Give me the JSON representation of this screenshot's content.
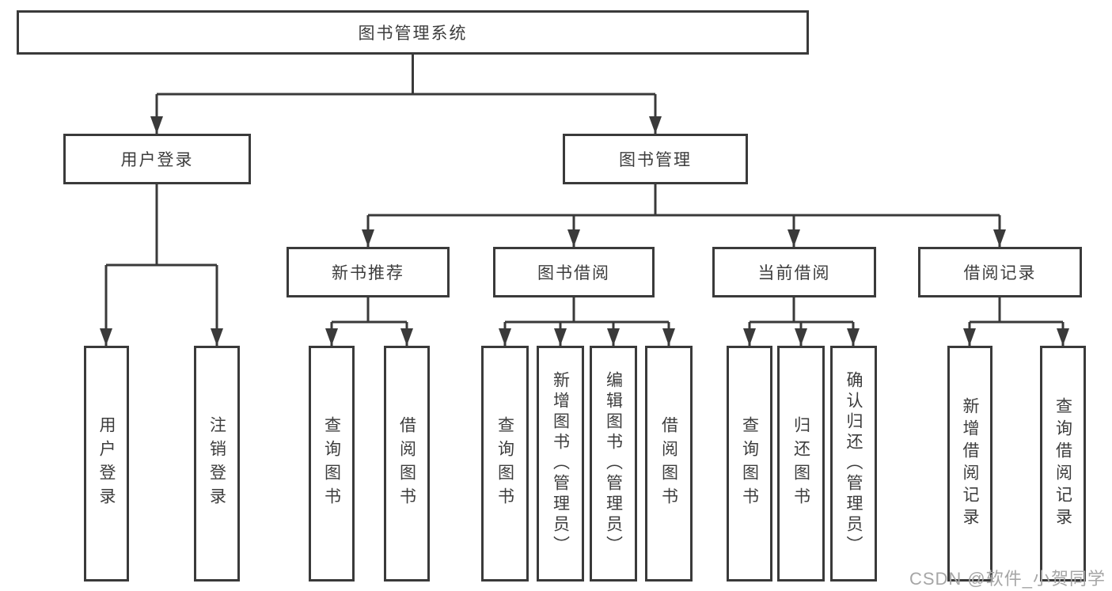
{
  "diagram": {
    "title_node": {
      "label": "图书管理系统"
    },
    "level1": [
      {
        "id": "user-login",
        "label": "用户登录"
      },
      {
        "id": "book-management",
        "label": "图书管理"
      }
    ],
    "level2": [
      {
        "id": "new-book-recommend",
        "label": "新书推荐"
      },
      {
        "id": "book-borrowing",
        "label": "图书借阅"
      },
      {
        "id": "current-borrowing",
        "label": "当前借阅"
      },
      {
        "id": "borrowing-records",
        "label": "借阅记录"
      }
    ],
    "leaves": [
      {
        "id": "user-login-leaf",
        "parent": "user-login",
        "label": "用户登录"
      },
      {
        "id": "logout",
        "parent": "user-login",
        "label": "注销登录"
      },
      {
        "id": "query-books-recommend",
        "parent": "new-book-recommend",
        "label": "查询图书"
      },
      {
        "id": "borrow-books-recommend",
        "parent": "new-book-recommend",
        "label": "借阅图书"
      },
      {
        "id": "query-books-borrowing",
        "parent": "book-borrowing",
        "label": "查询图书"
      },
      {
        "id": "add-books-admin",
        "parent": "book-borrowing",
        "label": "新增图书（管理员）"
      },
      {
        "id": "edit-books-admin",
        "parent": "book-borrowing",
        "label": "编辑图书（管理员）"
      },
      {
        "id": "borrow-books",
        "parent": "book-borrowing",
        "label": "借阅图书"
      },
      {
        "id": "query-books-current",
        "parent": "current-borrowing",
        "label": "查询图书"
      },
      {
        "id": "return-books",
        "parent": "current-borrowing",
        "label": "归还图书"
      },
      {
        "id": "confirm-return-admin",
        "parent": "current-borrowing",
        "label": "确认归还（管理员）"
      },
      {
        "id": "add-borrow-record",
        "parent": "borrowing-records",
        "label": "新增借阅记录"
      },
      {
        "id": "query-borrow-record",
        "parent": "borrowing-records",
        "label": "查询借阅记录"
      }
    ]
  },
  "watermark": {
    "text": "CSDN @软件_小贺同学"
  },
  "colors": {
    "line": "#3a3a3a",
    "text": "#3d3d3d",
    "background": "#ffffff",
    "watermark": "#a6a6a6"
  }
}
